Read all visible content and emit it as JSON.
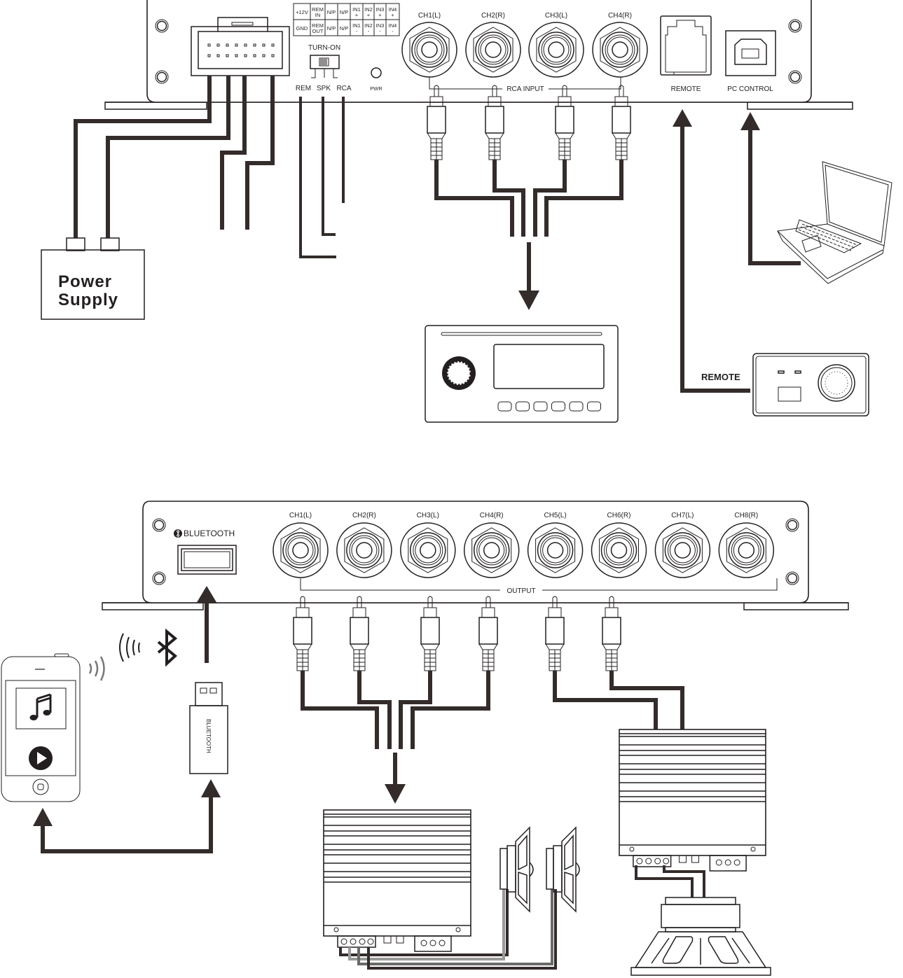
{
  "input_unit": {
    "terminal_table": {
      "top_row": [
        "+12V",
        "REM IN",
        "N/P",
        "N/P",
        "IN1 +",
        "IN2 +",
        "IN3 +",
        "IN4 +"
      ],
      "bottom_row": [
        "GND",
        "REM OUT",
        "N/P",
        "N/P",
        "IN1 -",
        "IN2 -",
        "IN3 -",
        "IN4 -"
      ]
    },
    "turn_on_label": "TURN-ON",
    "switch_options": [
      "REM",
      "SPK",
      "RCA"
    ],
    "pwr_label": "PWR",
    "channels": [
      "CH1(L)",
      "CH2(R)",
      "CH3(L)",
      "CH4(R)"
    ],
    "rca_group_label": "RCA INPUT",
    "remote_port_label": "REMOTE",
    "pc_port_label": "PC CONTROL"
  },
  "power_supply": {
    "line1": "Power",
    "line2": "Supply"
  },
  "remote_controller": {
    "label": "REMOTE"
  },
  "output_unit": {
    "bluetooth_label": "BLUETOOTH",
    "channels": [
      "CH1(L)",
      "CH2(R)",
      "CH3(L)",
      "CH4(R)",
      "CH5(L)",
      "CH6(R)",
      "CH7(L)",
      "CH8(R)"
    ],
    "output_group_label": "OUTPUT"
  },
  "bluetooth_dongle": {
    "label": "BLUETOOTH"
  },
  "colors": {
    "wire": "#332c2b",
    "outline": "#231f20",
    "grey_wire": "#9a9a9a"
  }
}
